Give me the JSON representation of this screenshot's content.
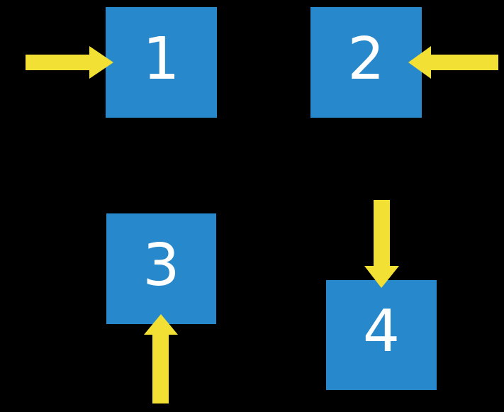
{
  "colors": {
    "background": "#000000",
    "square_blue": "#2789CB",
    "arrow_yellow": "#F2E134",
    "number_white": "#FFFFFF"
  },
  "squares": [
    {
      "label": "1",
      "arrow_direction": "right",
      "position": "top-left"
    },
    {
      "label": "2",
      "arrow_direction": "left",
      "position": "top-right"
    },
    {
      "label": "3",
      "arrow_direction": "up",
      "position": "bottom-left"
    },
    {
      "label": "4",
      "arrow_direction": "down",
      "position": "bottom-right"
    }
  ]
}
